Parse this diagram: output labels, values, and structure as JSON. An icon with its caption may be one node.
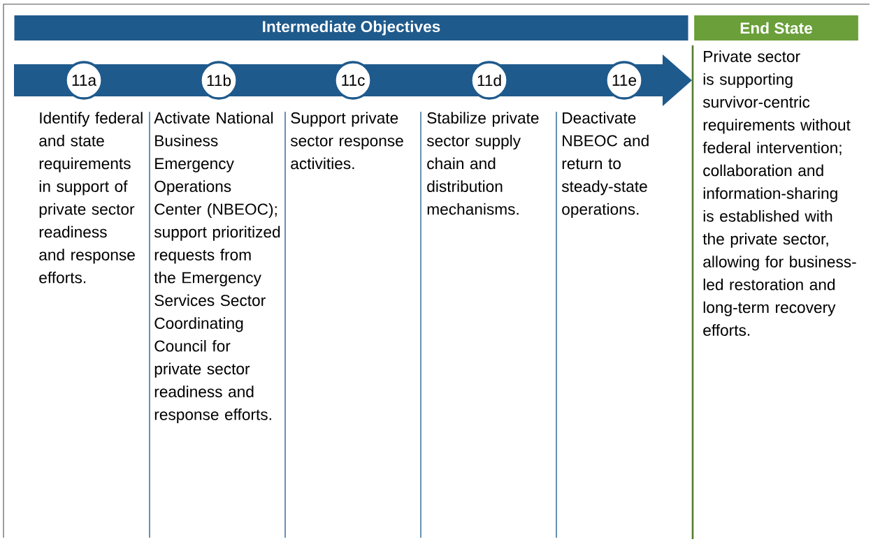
{
  "diagram": {
    "nodes": [
      {
        "text": [
          "Intermediate Objectives"
        ]
      },
      {
        "text": [
          "End State"
        ],
        "beside": [
          "Private sector is supporting survivor-centric requirements without federal intervention; collaboration and information-sharing is established with the private sector, allowing for business-led restoration and long-term recovery efforts."
        ]
      },
      {
        "text": [
          "11a"
        ],
        "beside": [
          "Identify federal and state requirements in support of private sector readiness and response efforts."
        ]
      },
      {
        "text": [
          "11b"
        ],
        "beside": [
          "Activate National Business Emergency Operations Center (NBEOC); support prioritized requests from the Emergency Services Sector Coordinating Council for private sector readiness and response efforts."
        ]
      },
      {
        "text": [
          "11c"
        ],
        "beside": [
          "Support private sector response activities."
        ]
      },
      {
        "text": [
          "11d"
        ],
        "beside": [
          "Stabilize private sector supply chain and distribution mechanisms."
        ]
      },
      {
        "text": [
          "11e"
        ],
        "beside": [
          "Deactivate NBEOC and return to steady-state operations."
        ]
      }
    ]
  }
}
